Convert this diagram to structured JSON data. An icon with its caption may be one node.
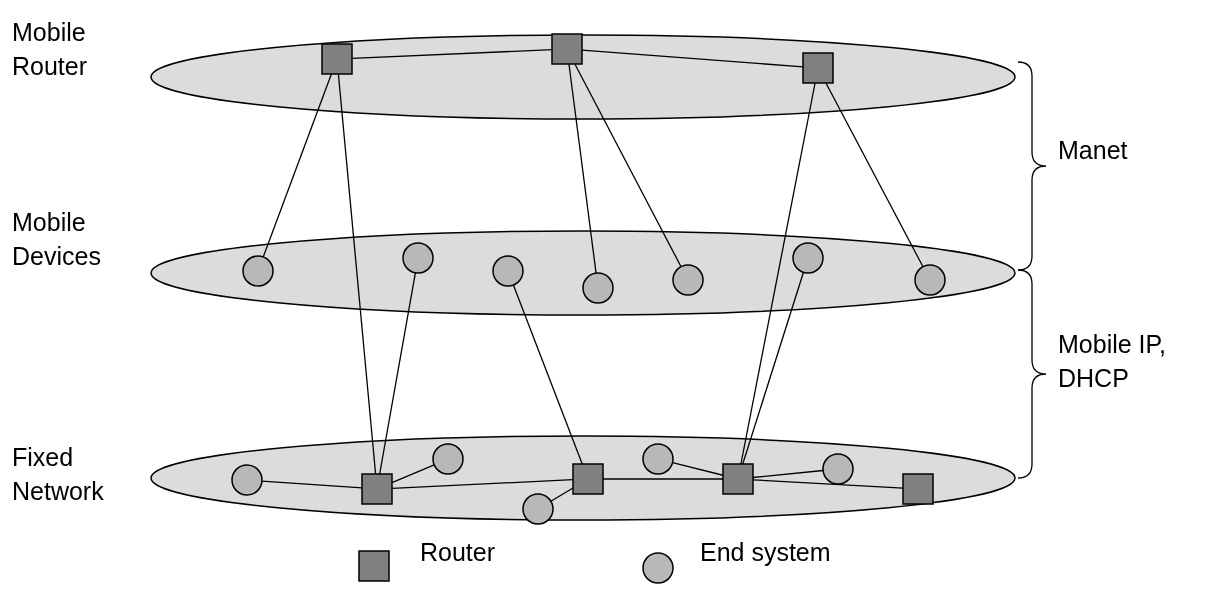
{
  "diagram": {
    "nodes": [
      {
        "text": [
          "Mobile Router"
        ]
      },
      {
        "text": [],
        "shape": "box",
        "in": 0
      },
      {
        "text": [],
        "shape": "box",
        "in": 0
      },
      {
        "text": [],
        "shape": "box",
        "in": 0
      },
      {
        "text": [
          "Mobile Devices"
        ]
      },
      {
        "text": [],
        "shape": "circle",
        "in": 4
      },
      {
        "text": [],
        "shape": "circle",
        "in": 4
      },
      {
        "text": [],
        "shape": "circle",
        "in": 4
      },
      {
        "text": [],
        "shape": "circle",
        "in": 4
      },
      {
        "text": [],
        "shape": "circle",
        "in": 4
      },
      {
        "text": [],
        "shape": "circle",
        "in": 4
      },
      {
        "text": [],
        "shape": "circle",
        "in": 4
      },
      {
        "text": [
          "Fixed Network"
        ]
      },
      {
        "text": [],
        "shape": "circle",
        "in": 12
      },
      {
        "text": [],
        "shape": "box",
        "in": 12
      },
      {
        "text": [],
        "shape": "circle",
        "in": 12
      },
      {
        "text": [],
        "shape": "circle",
        "in": 12
      },
      {
        "text": [],
        "shape": "box",
        "in": 12
      },
      {
        "text": [],
        "shape": "circle",
        "in": 12
      },
      {
        "text": [],
        "shape": "box",
        "in": 12
      },
      {
        "text": [],
        "shape": "circle",
        "in": 12
      },
      {
        "text": [],
        "shape": "box",
        "in": 12
      }
    ],
    "edges": [
      {
        "from": 1,
        "to": 2,
        "arrow": "none"
      },
      {
        "from": 2,
        "to": 3,
        "arrow": "none"
      },
      {
        "from": 1,
        "to": 5,
        "arrow": "none"
      },
      {
        "from": 1,
        "to": 14,
        "arrow": "none"
      },
      {
        "from": 2,
        "to": 8,
        "arrow": "none"
      },
      {
        "from": 2,
        "to": 9,
        "arrow": "none"
      },
      {
        "from": 3,
        "to": 19,
        "arrow": "none"
      },
      {
        "from": 3,
        "to": 11,
        "arrow": "none"
      },
      {
        "from": 6,
        "to": 14,
        "arrow": "none"
      },
      {
        "from": 7,
        "to": 17,
        "arrow": "none"
      },
      {
        "from": 10,
        "to": 19,
        "arrow": "none"
      },
      {
        "from": 13,
        "to": 14,
        "arrow": "none"
      },
      {
        "from": 14,
        "to": 15,
        "arrow": "none"
      },
      {
        "from": 14,
        "to": 17,
        "arrow": "none"
      },
      {
        "from": 16,
        "to": 17,
        "arrow": "none"
      },
      {
        "from": 17,
        "to": 19,
        "arrow": "none"
      },
      {
        "from": 18,
        "to": 19,
        "arrow": "none"
      },
      {
        "from": 19,
        "to": 20,
        "arrow": "none"
      },
      {
        "from": 19,
        "to": 21,
        "arrow": "none"
      }
    ],
    "labels": [
      "Manet",
      "Mobile IP, DHCP"
    ],
    "legend": [
      {
        "text": "Router"
      },
      {
        "text": "End system"
      }
    ]
  }
}
